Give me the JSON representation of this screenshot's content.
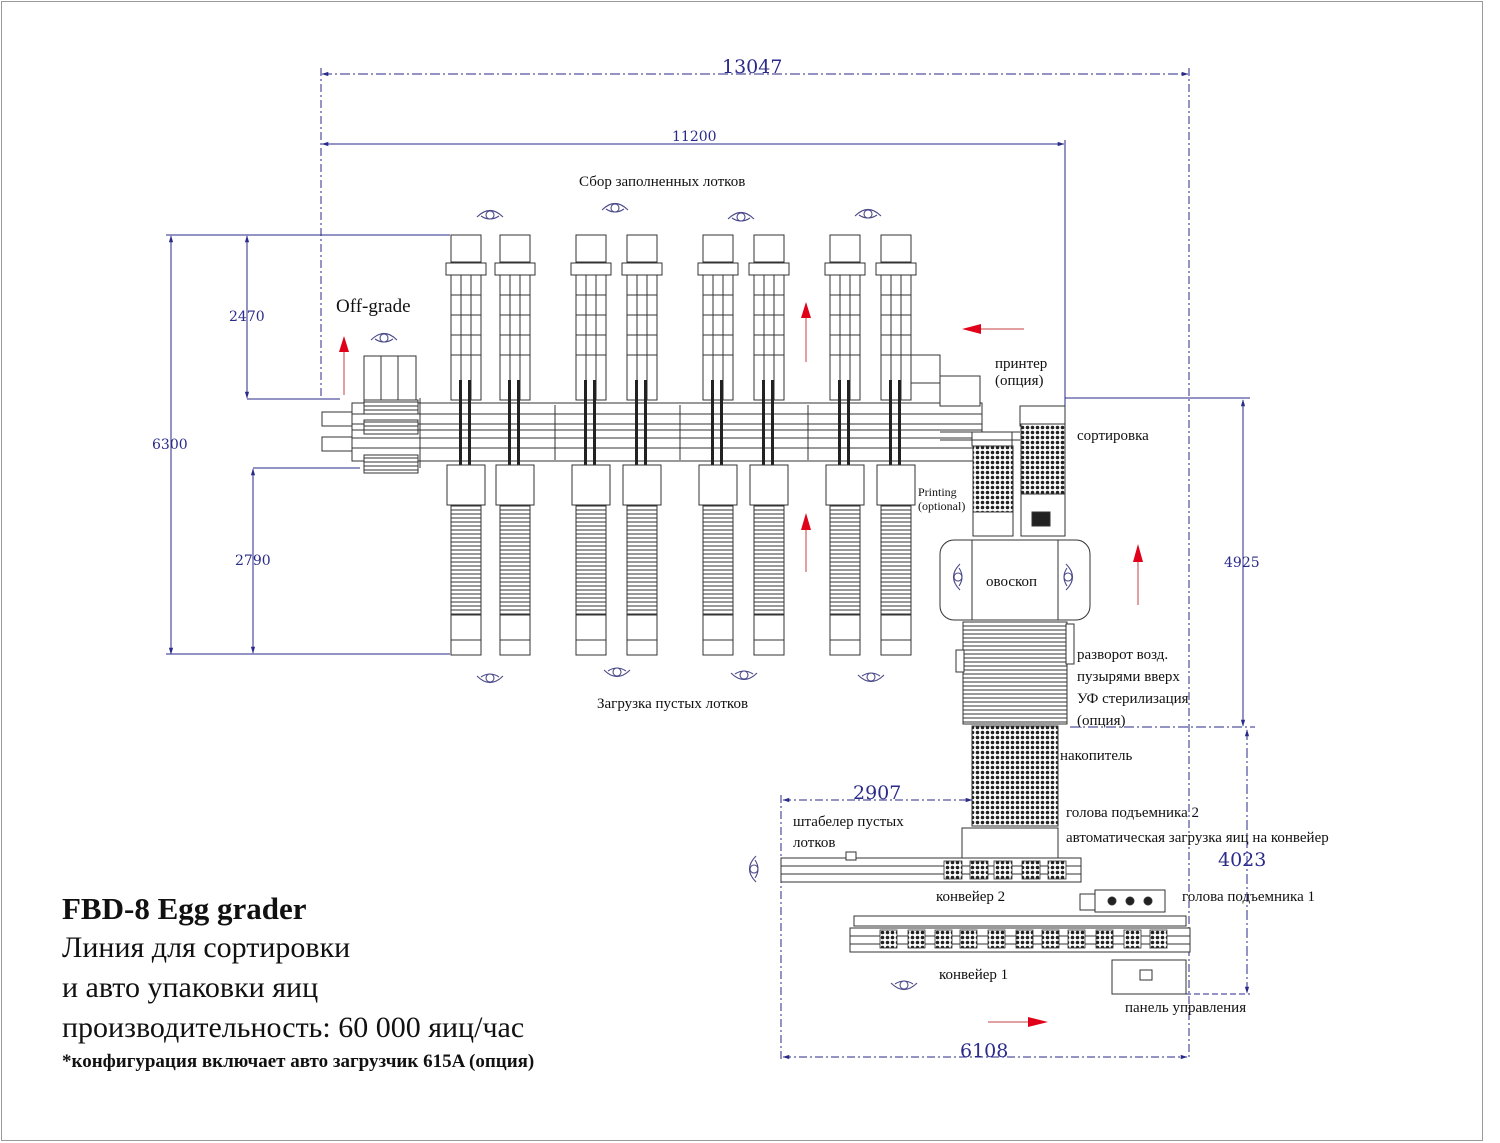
{
  "title_block": {
    "model": "FBD-8 Egg grader",
    "line1": "Линия для сортировки",
    "line2": "и авто упаковки яиц",
    "capacity": "производительность: 60 000 яиц/час",
    "note": "*конфигурация включает авто загрузчик 615A (опция)"
  },
  "dimensions": {
    "overall_length": "13047",
    "grader_length": "11200",
    "total_height": "6300",
    "upper_lane_height": "2470",
    "lower_lane_height": "2790",
    "right_height": "4925",
    "loader_height": "4023",
    "stacker_width": "2907",
    "loader_width": "6108"
  },
  "labels": {
    "full_trays": "Сбор заполненных лотков",
    "empty_trays": "Загрузка пустых лотков",
    "off_grade": "Off-grade",
    "printer": [
      "принтер",
      "(опция)"
    ],
    "grading": "сортировка",
    "printing": [
      "Printing",
      "(optional)"
    ],
    "candling": "овоскоп",
    "turning": [
      "разворот возд.",
      "пузырями вверх",
      "УФ стерилизация",
      "(опция)"
    ],
    "accumulator": "накопитель",
    "lift_head_2": "голова подъемника 2",
    "auto_loading": "автоматическая загрузка яиц на конвейер",
    "tray_stacker": [
      "штабелер пустых",
      "лотков"
    ],
    "conveyor_2": "конвейер 2",
    "lift_head_1": "голова подъемника 1",
    "conveyor_1": "конвейер 1",
    "control_panel": "панель управления"
  },
  "packing_lanes": 8,
  "colors": {
    "dimension": "#2a2a8a",
    "flow_arrow": "#e0001a",
    "machine_line": "#333333"
  }
}
